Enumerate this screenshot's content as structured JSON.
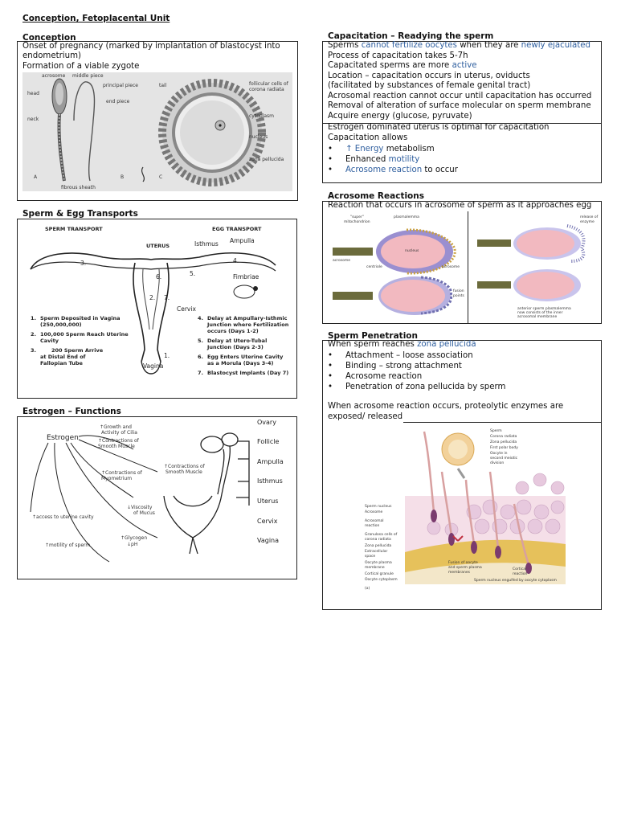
{
  "page_title": "Conception, Fetoplacental Unit",
  "conception": {
    "heading": "Conception",
    "line1": "Onset of pregnancy (marked by implantation of blastocyst into",
    "line2": "endometrium)",
    "line3": "Formation of a viable zygote",
    "fig": {
      "acrosome": "acrosome",
      "head": "head",
      "neck": "neck",
      "middle_piece": "middle piece",
      "principal_piece": "principal piece",
      "tail": "tail",
      "end_piece": "end piece",
      "fibrous_sheath": "fibrous sheath",
      "a": "A",
      "b": "B",
      "c": "C",
      "follicular": "follicular cells of",
      "corona": "corona radiata",
      "cytoplasm": "cytoplasm",
      "nucleus": "nucleus",
      "zona": "zona pellucida"
    }
  },
  "transport": {
    "heading": "Sperm & Egg Transports",
    "sperm_transport": "SPERM TRANSPORT",
    "egg_transport": "EGG TRANSPORT",
    "uterus": "UTERUS",
    "isthmus": "Isthmus",
    "ampulla": "Ampulla",
    "fimbriae": "Fimbriae",
    "cervix": "Cervix",
    "vagina": "Vagina",
    "n3": "3.",
    "n4": "4.",
    "n5": "5.",
    "n6": "6.",
    "n7": "7.",
    "n2": "2.",
    "n1": "1.",
    "left_list": [
      {
        "n": "1.",
        "text": "Sperm Deposited in Vagina",
        "sub": "(250,000,000)"
      },
      {
        "n": "2.",
        "text": "100,000 Sperm Reach Uterine",
        "sub": "Cavity"
      },
      {
        "n": "3.",
        "text": "200    Sperm Arrive",
        "sub": "at Distal End of",
        "sub2": "Fallopian Tube"
      }
    ],
    "right_list": [
      {
        "n": "4.",
        "text": "Delay at Ampullary-Isthmic",
        "sub": "Junction where Fertilization",
        "sub2": "occurs (Days 1-2)"
      },
      {
        "n": "5.",
        "text": "Delay at Utero-Tubal",
        "sub": "Junction (Days 2-3)"
      },
      {
        "n": "6.",
        "text": "Egg Enters Uterine Cavity",
        "sub": "as a Morula (Days 3-4)"
      },
      {
        "n": "7.",
        "text": "Blastocyst Implants (Day 7)"
      }
    ]
  },
  "estrogen": {
    "heading": "Estrogen – Functions",
    "estrogen": "Estrogen",
    "growth": "↑Growth and",
    "activity": "Activity of Cilia",
    "contractions_sm": "↑Contractions of",
    "smooth_muscle": "Smooth Muscle",
    "contractions_sm2": "↑Contractions of",
    "smooth_muscle2": "Smooth Muscle",
    "contractions_my": "↑Contractions of",
    "myometrium": "Myometrium",
    "viscosity": "↓Viscosity",
    "of_mucus": "of Mucus",
    "glycogen": "↑Glycogen",
    "ph": "↓pH",
    "access": "↑access to uterine cavity",
    "motility": "↑motility of  sperm",
    "ovary": "Ovary",
    "follicle": "Follicle",
    "ampulla": "Ampulla",
    "isthmus": "Isthmus",
    "uterus": "Uterus",
    "cervix": "Cervix",
    "vagina": "Vagina"
  },
  "capacitation": {
    "heading": "Capacitation – Readying the sperm",
    "l1a": "Sperms ",
    "l1b": "cannot fertilize oocytes",
    "l1c": " when they are ",
    "l1d": "newly ejaculated",
    "l2": "Process of capacitation takes 5-7h",
    "l3a": "Capacitated sperms are more ",
    "l3b": "active",
    "l4": "Location – capacitation occurs in uterus, oviducts",
    "l5": "(facilitated by substances of female genital tract)",
    "l6": "Acrosomal reaction cannot occur until capacitation has occurred",
    "l7": "Removal of alteration of surface molecular on sperm membrane",
    "l8": "Acquire energy (glucose, pyruvate)",
    "l9": "Estrogen dominated uterus is optimal for capacitation",
    "l10": "Capacitation allows",
    "bullets": [
      {
        "blue": "↑ Energy",
        "rest": " metabolism",
        "pre": ""
      },
      {
        "pre": "Enhanced ",
        "blue": "motility",
        "rest": ""
      },
      {
        "pre": "",
        "blue": "Acrosome reaction",
        "rest": " to occur"
      }
    ]
  },
  "acrosome": {
    "heading": "Acrosome Reactions",
    "line1": "Reaction that occurs in acrosome of sperm as it approaches egg",
    "fig": {
      "super": "\"super\"",
      "mito": "mitochondrion",
      "plasma": "plasmalemma",
      "nucleus": "nucleus",
      "acrosome": "acrosome",
      "acrosome2": "acrosome",
      "centriole": "centriole",
      "fusion": "fusion",
      "points": "points",
      "release": "release of",
      "enzyme": "enzyme",
      "anterior": "anterior sperm plasmalemma",
      "now": "now consists of the inner",
      "acros": "acrosomal membrane"
    }
  },
  "penetration": {
    "heading": "Sperm Penetration",
    "line1a": "When sperm reaches ",
    "line1b": "zona pellucida",
    "bullets": [
      "Attachment – loose association",
      "Binding – strong attachment",
      "Acrosome reaction",
      "Penetration of zona pellucida by sperm"
    ],
    "para1": "When acrosome reaction occurs, proteolytic enzymes are",
    "para2": "exposed/ released",
    "fig": {
      "sperm": "Sperm",
      "corona": "Corona radiata",
      "zona": "Zona pellucida",
      "polar": "First polar body",
      "oocyte": "Oocyte in",
      "second": "second meiotic",
      "division": "division",
      "nucleus": "Sperm nucleus",
      "acrosome": "Acrosome",
      "acr_reaction": "Acrosomal",
      "reaction": "reaction",
      "granulosa": "Granulosa cells of",
      "corona2": "corona radiata",
      "zona2": "Zona pellucida",
      "extracell": "Extracellular",
      "space": "space",
      "oocyte_pm": "Oocyte plasma",
      "membrane": "membrane",
      "cortical": "Cortical granule",
      "oocyte_cyto": "Oocyte cytoplasm",
      "fusion": "Fusion of oocyte",
      "and_sperm": "and sperm plasma",
      "membranes": "membranes",
      "cortical_r": "Cortical",
      "reaction2": "reaction",
      "engulfed": "Sperm nucleus engulfed by oocyte cytoplasm",
      "a": "(a)"
    }
  }
}
